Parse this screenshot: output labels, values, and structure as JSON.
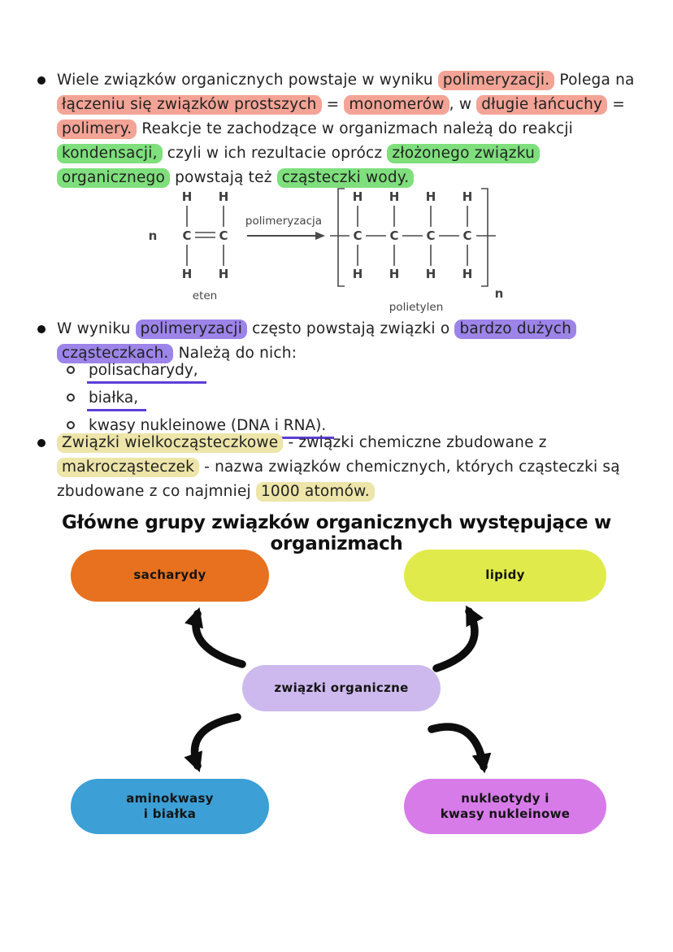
{
  "colors": {
    "highlight_red": "#F3A496",
    "highlight_green": "#7EDF7C",
    "highlight_purple": "#9C84E9",
    "highlight_yellow": "#EDE5A9",
    "underline_purple": "#5B3FD6",
    "arrow_black": "#0d0d0d"
  },
  "bullets": {
    "b1": {
      "segments": [
        {
          "text": "Wiele związków organicznych powstaje w wyniku ",
          "hl": "none"
        },
        {
          "text": "polimeryzacji.",
          "hl": "red"
        },
        {
          "text": " Polega na ",
          "hl": "none"
        },
        {
          "text": "łączeniu się związków prostszych",
          "hl": "red"
        },
        {
          "text": " = ",
          "hl": "none"
        },
        {
          "text": "monomerów",
          "hl": "red"
        },
        {
          "text": ", w ",
          "hl": "none"
        },
        {
          "text": "długie łańcuchy",
          "hl": "red"
        },
        {
          "text": " = ",
          "hl": "none"
        },
        {
          "text": "polimery.",
          "hl": "red"
        },
        {
          "text": " Reakcje te zachodzące w organizmach należą do reakcji ",
          "hl": "none"
        },
        {
          "text": "kondensacji,",
          "hl": "green"
        },
        {
          "text": " czyli w ich rezultacie oprócz ",
          "hl": "none"
        },
        {
          "text": "złożonego związku organicznego",
          "hl": "green"
        },
        {
          "text": " powstają też ",
          "hl": "none"
        },
        {
          "text": "cząsteczki wody.",
          "hl": "green"
        }
      ]
    },
    "b2": {
      "segments": [
        {
          "text": "W wyniku ",
          "hl": "none"
        },
        {
          "text": "polimeryzacji",
          "hl": "purple"
        },
        {
          "text": " często powstają związki o ",
          "hl": "none"
        },
        {
          "text": "bardzo dużych cząsteczkach.",
          "hl": "purple"
        },
        {
          "text": " Należą do nich:",
          "hl": "none"
        }
      ]
    },
    "b3": {
      "segments": [
        {
          "text": "Związki wielkocząsteczkowe",
          "hl": "yellow"
        },
        {
          "text": " -  związki chemiczne zbudowane z ",
          "hl": "none"
        },
        {
          "text": "makrocząsteczek",
          "hl": "yellow"
        },
        {
          "text": " - nazwa związków chemicznych, których cząsteczki są zbudowane z co najmniej ",
          "hl": "none"
        },
        {
          "text": "1000 atomów.",
          "hl": "yellow"
        }
      ]
    }
  },
  "sublist": [
    {
      "text": "polisacharydy,"
    },
    {
      "text": "białka,"
    },
    {
      "text": "kwasy nukleinowe (DNA i RNA)."
    }
  ],
  "chem": {
    "n_prefix": "n",
    "h": "H",
    "c": "C",
    "reaction_label": "polimeryzacja",
    "reactant_label": "eten",
    "product_label": "polietylen",
    "n_subscript": "n"
  },
  "diagram": {
    "title": "Główne grupy związków organicznych występujące w organizmach",
    "center": {
      "label": "związki organiczne",
      "color": "#CDB9EE"
    },
    "top_left": {
      "label": "sacharydy",
      "color": "#E7711E"
    },
    "top_right": {
      "label": "lipidy",
      "color": "#E0EB4B"
    },
    "bottom_left": {
      "label": "aminokwasy\ni białka",
      "color": "#3C9FD6"
    },
    "bottom_right": {
      "label": "nukleotydy i\nkwasy nukleinowe",
      "color": "#D77BE9"
    }
  }
}
